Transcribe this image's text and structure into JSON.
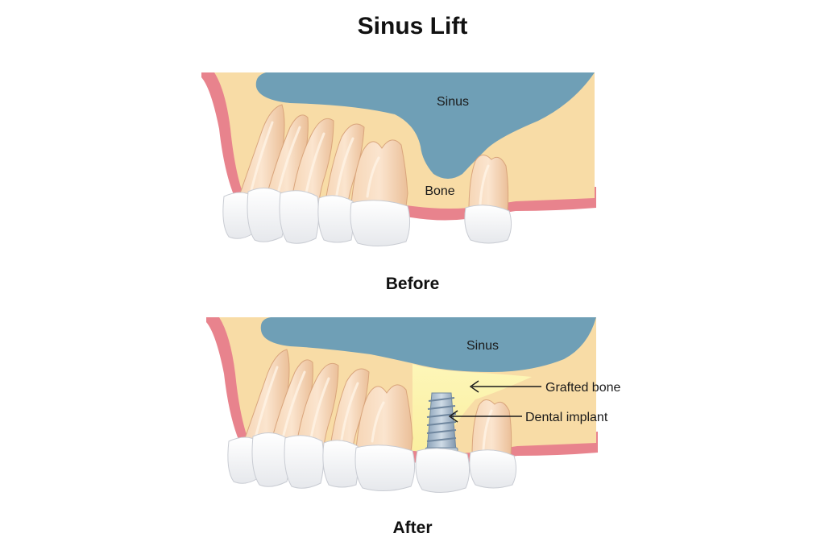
{
  "title": "Sinus Lift",
  "before": {
    "caption": "Before",
    "labels": {
      "sinus": "Sinus",
      "bone": "Bone"
    }
  },
  "after": {
    "caption": "After",
    "labels": {
      "sinus": "Sinus",
      "grafted_bone": "Grafted bone",
      "dental_implant": "Dental implant"
    }
  },
  "colors": {
    "sinus": "#6f9fb6",
    "bone": "#f8dca6",
    "gum": "#e8838d",
    "grafted_bone": "#fbf3a6",
    "tooth_root": "#f0c9a4",
    "crown": "#ffffff",
    "implant": "#9fb4c8"
  }
}
